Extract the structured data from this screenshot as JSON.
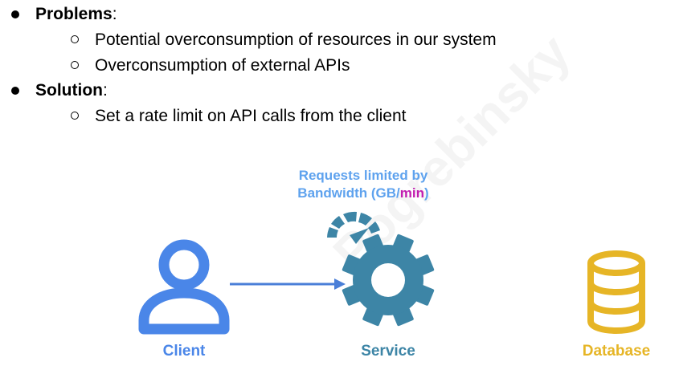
{
  "bullets": {
    "problems_heading": "Problems",
    "problems": [
      "Potential overconsumption of resources in our system",
      "Overconsumption of external APIs"
    ],
    "solution_heading": "Solution",
    "solutions": [
      "Set a rate limit on API calls from the client"
    ]
  },
  "diagram": {
    "caption_line1": "Requests limited by",
    "caption_line2_prefix": "Bandwidth (GB/",
    "caption_line2_highlight": "min",
    "caption_line2_suffix": ")",
    "client_label": "Client",
    "service_label": "Service",
    "database_label": "Database",
    "watermark": "Pogrebinsky"
  },
  "colors": {
    "client": "#4a86e8",
    "service": "#3d85a6",
    "database": "#e6b526",
    "caption": "#5ea2ee",
    "highlight": "#c21db0",
    "arrow": "#4a7fd8"
  },
  "icons": {
    "client": "person-icon",
    "service": "gear-icon",
    "gauge": "speedometer-icon",
    "database": "database-icon"
  }
}
